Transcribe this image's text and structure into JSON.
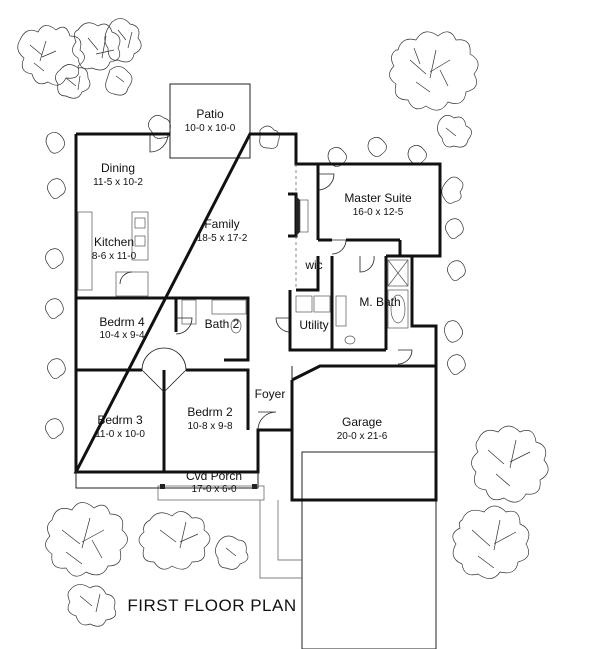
{
  "title": "FIRST FLOOR PLAN",
  "rooms": {
    "patio": {
      "name": "Patio",
      "dim": "10-0 x 10-0"
    },
    "dining": {
      "name": "Dining",
      "dim": "11-5 x 10-2"
    },
    "family": {
      "name": "Family",
      "dim": "18-5 x 17-2"
    },
    "kitchen": {
      "name": "Kitchen",
      "dim": "8-6 x 11-0"
    },
    "master": {
      "name": "Master Suite",
      "dim": "16-0 x 12-5"
    },
    "wic": {
      "name": "wic"
    },
    "mbath": {
      "name": "M. Bath"
    },
    "utility": {
      "name": "Utility"
    },
    "bedrm4": {
      "name": "Bedrm 4",
      "dim": "10-4 x 9-4"
    },
    "bath2": {
      "name": "Bath 2"
    },
    "foyer": {
      "name": "Foyer"
    },
    "bedrm3": {
      "name": "Bedrm 3",
      "dim": "11-0 x 10-0"
    },
    "bedrm2": {
      "name": "Bedrm 2",
      "dim": "10-8 x 9-8"
    },
    "garage": {
      "name": "Garage",
      "dim": "20-0 x 21-6"
    },
    "porch": {
      "name": "Cvd Porch",
      "dim": "17-0 x 6-0"
    }
  }
}
